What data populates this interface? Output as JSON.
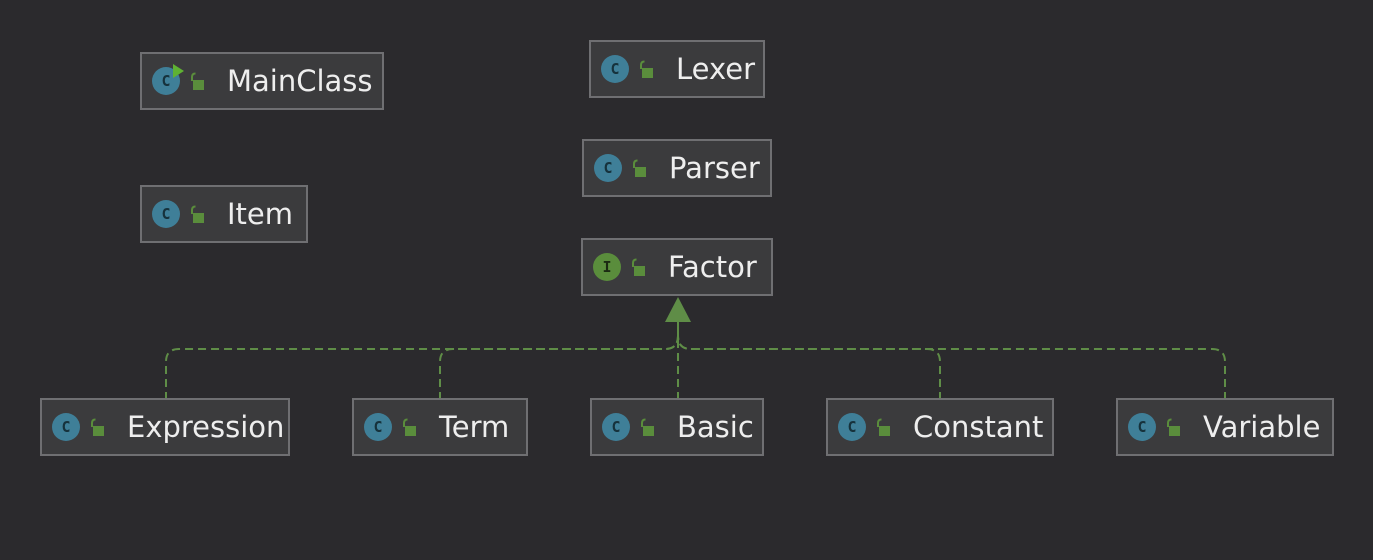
{
  "theme": {
    "background": "#2b2a2d",
    "node_fill": "#3b3b3d",
    "node_border": "#6f6f72",
    "class_icon_color": "#3f7f98",
    "interface_icon_color": "#5a8d3c",
    "edge_color": "#5f8d47"
  },
  "nodes": {
    "mainclass": {
      "name": "MainClass",
      "kind": "class",
      "kind_glyph": "C",
      "runnable": true,
      "visibility": "public"
    },
    "lexer": {
      "name": "Lexer",
      "kind": "class",
      "kind_glyph": "C",
      "visibility": "public"
    },
    "item": {
      "name": "Item",
      "kind": "class",
      "kind_glyph": "C",
      "visibility": "public"
    },
    "parser": {
      "name": "Parser",
      "kind": "class",
      "kind_glyph": "C",
      "visibility": "public"
    },
    "factor": {
      "name": "Factor",
      "kind": "interface",
      "kind_glyph": "I",
      "visibility": "public"
    },
    "expression": {
      "name": "Expression",
      "kind": "class",
      "kind_glyph": "C",
      "visibility": "public"
    },
    "term": {
      "name": "Term",
      "kind": "class",
      "kind_glyph": "C",
      "visibility": "public"
    },
    "basic": {
      "name": "Basic",
      "kind": "class",
      "kind_glyph": "C",
      "visibility": "public"
    },
    "constant": {
      "name": "Constant",
      "kind": "class",
      "kind_glyph": "C",
      "visibility": "public"
    },
    "variable": {
      "name": "Variable",
      "kind": "class",
      "kind_glyph": "C",
      "visibility": "public"
    }
  },
  "relations": [
    {
      "from": "expression",
      "to": "factor",
      "type": "implements"
    },
    {
      "from": "term",
      "to": "factor",
      "type": "implements"
    },
    {
      "from": "basic",
      "to": "factor",
      "type": "implements"
    },
    {
      "from": "constant",
      "to": "factor",
      "type": "implements"
    },
    {
      "from": "variable",
      "to": "factor",
      "type": "implements"
    }
  ]
}
